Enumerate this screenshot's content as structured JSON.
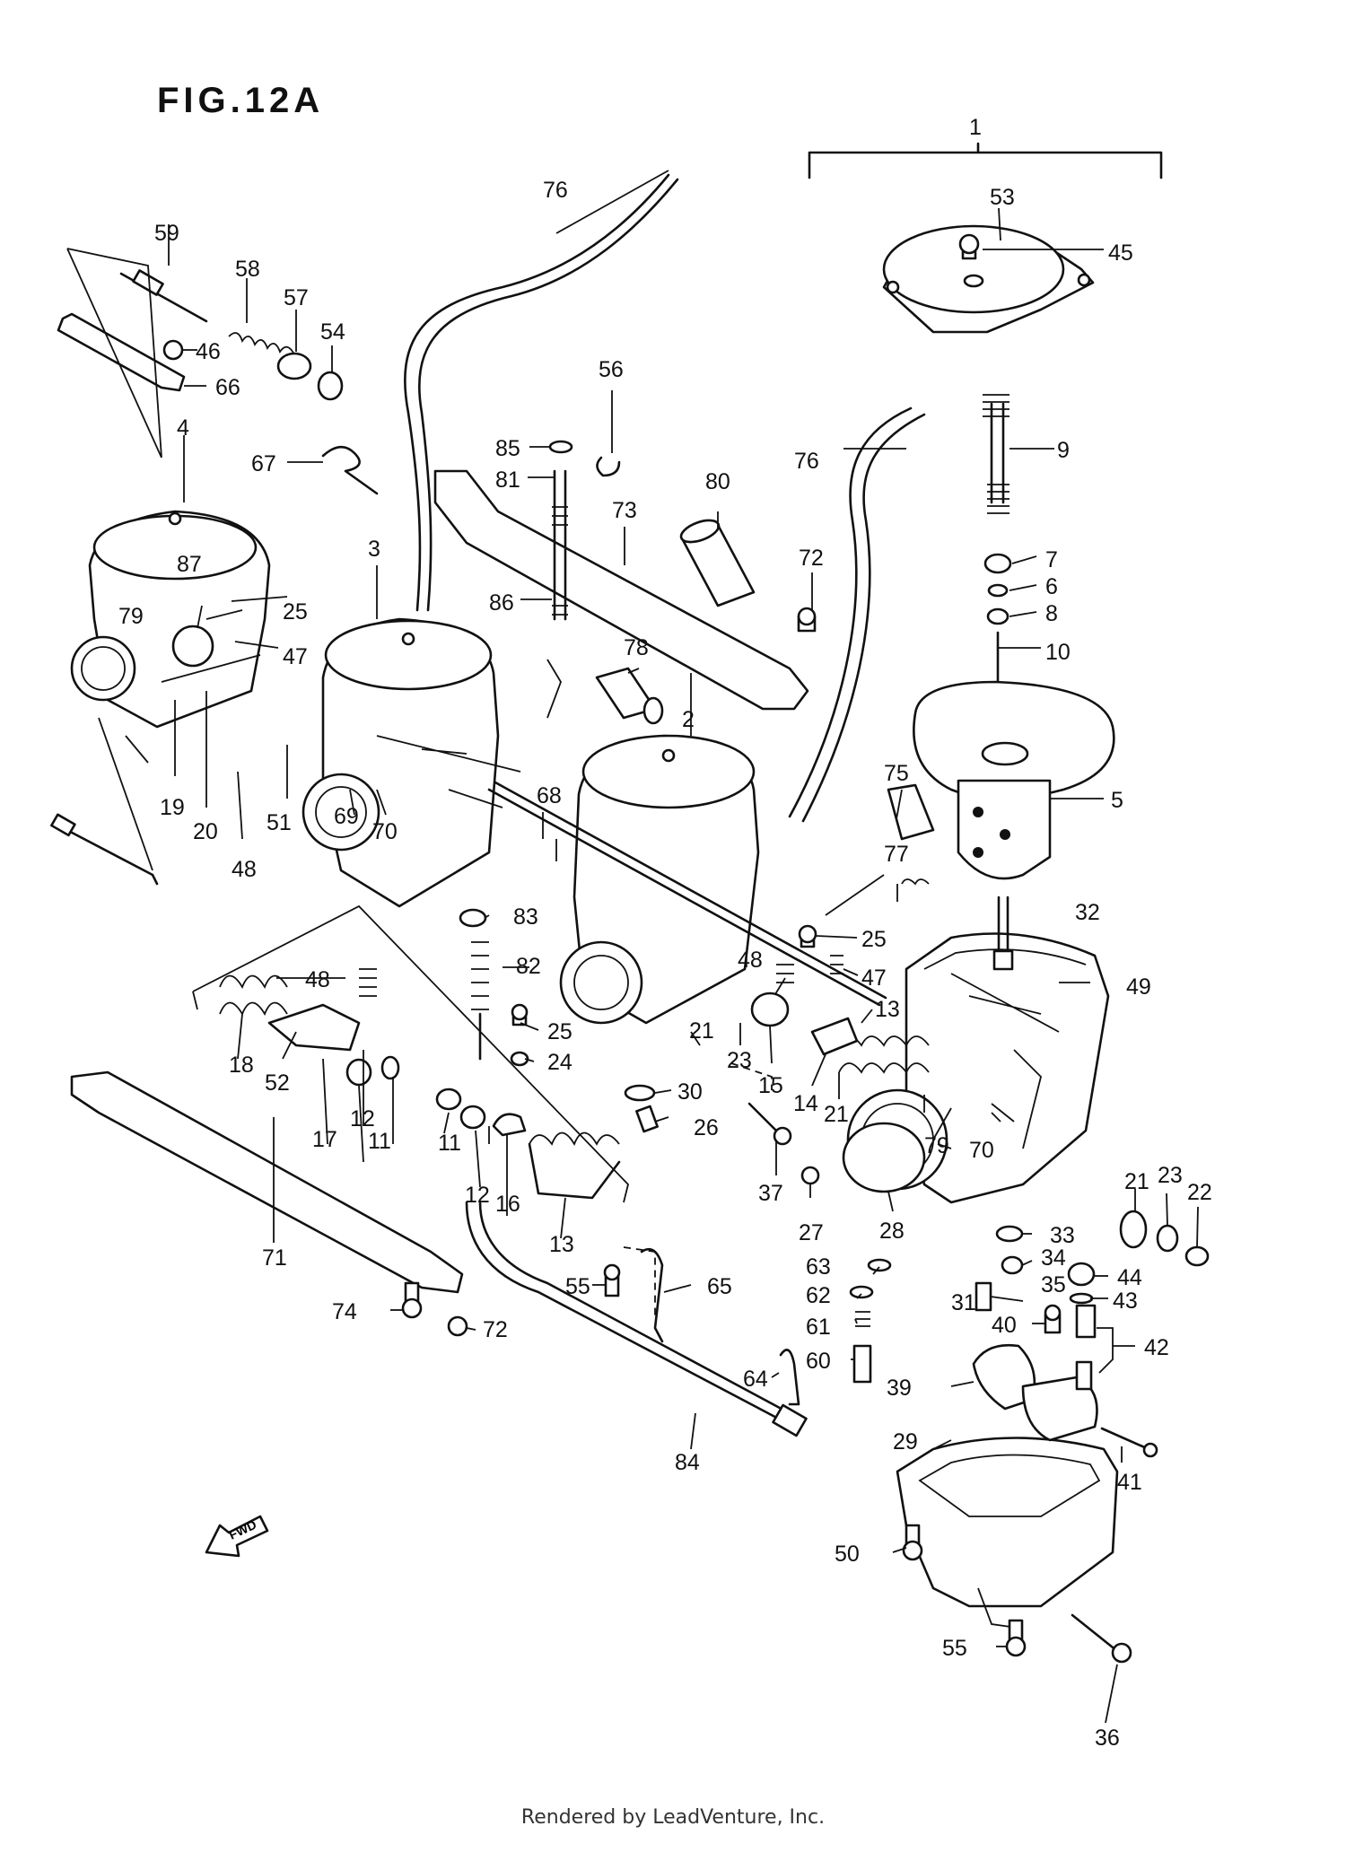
{
  "figure": {
    "title": "FIG.12A",
    "footer": "Rendered by LeadVenture, Inc.",
    "fwd_label": "FWD"
  },
  "callouts": {
    "c1": "1",
    "c2": "2",
    "c3": "3",
    "c4": "4",
    "c5": "5",
    "c6": "6",
    "c7": "7",
    "c8": "8",
    "c9": "9",
    "c10": "10",
    "c11a": "11",
    "c11b": "11",
    "c12a": "12",
    "c12b": "12",
    "c13a": "13",
    "c13b": "13",
    "c14": "14",
    "c15": "15",
    "c16": "16",
    "c17": "17",
    "c18": "18",
    "c19": "19",
    "c20": "20",
    "c21a": "21",
    "c21b": "21",
    "c21c": "21",
    "c22": "22",
    "c23a": "23",
    "c23b": "23",
    "c24": "24",
    "c25a": "25",
    "c25b": "25",
    "c25c": "25",
    "c26": "26",
    "c27": "27",
    "c28": "28",
    "c29": "29",
    "c30": "30",
    "c31": "31",
    "c32": "32",
    "c33": "33",
    "c34": "34",
    "c35": "35",
    "c36": "36",
    "c37": "37",
    "c39": "39",
    "c40": "40",
    "c41": "41",
    "c42": "42",
    "c43": "43",
    "c44": "44",
    "c45": "45",
    "c46": "46",
    "c47a": "47",
    "c47b": "47",
    "c48a": "48",
    "c48b": "48",
    "c48c": "48",
    "c49": "49",
    "c50": "50",
    "c51": "51",
    "c52": "52",
    "c53": "53",
    "c54": "54",
    "c55a": "55",
    "c55b": "55",
    "c56": "56",
    "c57": "57",
    "c58": "58",
    "c59": "59",
    "c60": "60",
    "c61": "61",
    "c62": "62",
    "c63": "63",
    "c64": "64",
    "c65": "65",
    "c66": "66",
    "c67": "67",
    "c68": "68",
    "c69": "69",
    "c70a": "70",
    "c70b": "70",
    "c71": "71",
    "c72a": "72",
    "c72b": "72",
    "c73": "73",
    "c74": "74",
    "c75": "75",
    "c76a": "76",
    "c76b": "76",
    "c77": "77",
    "c78": "78",
    "c79a": "79",
    "c79b": "79",
    "c80": "80",
    "c81": "81",
    "c82": "82",
    "c83": "83",
    "c84": "84",
    "c85": "85",
    "c86": "86",
    "c87": "87"
  }
}
